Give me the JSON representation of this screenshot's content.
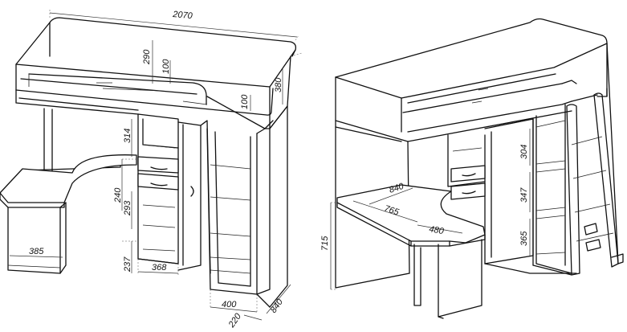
{
  "left_view": {
    "dimensions": {
      "total_width": "2070",
      "rail_height": "290",
      "guard_height": "100",
      "side_guard_height": "100",
      "bed_height": "380",
      "upper_shelf": "314",
      "drawers": "240",
      "middle_shelf": "293",
      "bottom_shelf": "237",
      "desk_width": "385",
      "cabinet_width": "368",
      "ladder_width": "400",
      "ladder_offset": "220",
      "depth": "840"
    }
  },
  "right_view": {
    "dimensions": {
      "desk_depth": "840",
      "desk_width": "765",
      "return_width": "480",
      "desk_height": "715",
      "shelf_upper": "304",
      "shelf_middle": "347",
      "shelf_lower": "365"
    }
  }
}
